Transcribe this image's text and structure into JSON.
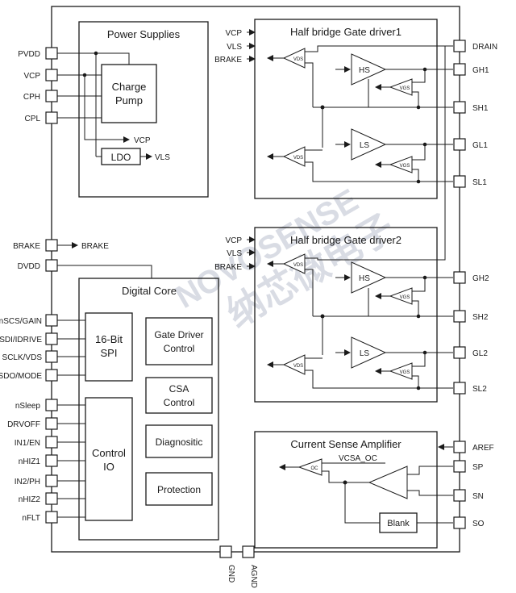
{
  "watermark": {
    "line1": "NOVOSENSE",
    "line2": "纳芯微电子",
    "color": "#d9dce4"
  },
  "power_supplies": {
    "title": "Power Supplies",
    "charge_pump": [
      "Charge",
      "Pump"
    ],
    "ldo": "LDO",
    "out_vcp": "VCP",
    "out_vls": "VLS"
  },
  "pins_left": {
    "pvdd": "PVDD",
    "vcp": "VCP",
    "cph": "CPH",
    "cpl": "CPL",
    "brake": "BRAKE",
    "brake_out": "BRAKE",
    "dvdd": "DVDD",
    "nscs": "nSCS/GAIN",
    "sdi": "SDI/IDRIVE",
    "sclk": "SCLK/VDS",
    "sdo": "SDO/MODE",
    "nsleep": "nSleep",
    "drvoff": "DRVOFF",
    "in1": "IN1/EN",
    "nhiz1": "nHIZ1",
    "in2": "IN2/PH",
    "nhiz2": "nHIZ2",
    "nflt": "nFLT"
  },
  "pins_right": {
    "drain": "DRAIN",
    "gh1": "GH1",
    "sh1": "SH1",
    "gl1": "GL1",
    "sl1": "SL1",
    "gh2": "GH2",
    "sh2": "SH2",
    "gl2": "GL2",
    "sl2": "SL2",
    "aref": "AREF",
    "sp": "SP",
    "sn": "SN",
    "so": "SO"
  },
  "pins_bottom": {
    "gnd": "GND",
    "agnd": "AGND"
  },
  "driver1": {
    "title": "Half bridge Gate driver1",
    "in_vcp": "VCP",
    "in_vls": "VLS",
    "in_brake": "BRAKE",
    "hs": "HS",
    "ls": "LS",
    "vds": "VDS",
    "vgs": "VGS"
  },
  "driver2": {
    "title": "Half bridge Gate driver2",
    "in_vcp": "VCP",
    "in_vls": "VLS",
    "in_brake": "BRAKE",
    "hs": "HS",
    "ls": "LS",
    "vds": "VDS",
    "vgs": "VGS"
  },
  "digital_core": {
    "title": "Digital Core",
    "spi": [
      "16-Bit",
      "SPI"
    ],
    "control_io": [
      "Control",
      "IO"
    ],
    "gate_driver_control": [
      "Gate Driver",
      "Control"
    ],
    "csa_control": [
      "CSA",
      "Control"
    ],
    "diagnostic": "Diagnositic",
    "protection": "Protection"
  },
  "csa": {
    "title": "Current Sense Amplifier",
    "vcsa_oc": "VCSA_OC",
    "oc": "OC",
    "blank": "Blank"
  }
}
